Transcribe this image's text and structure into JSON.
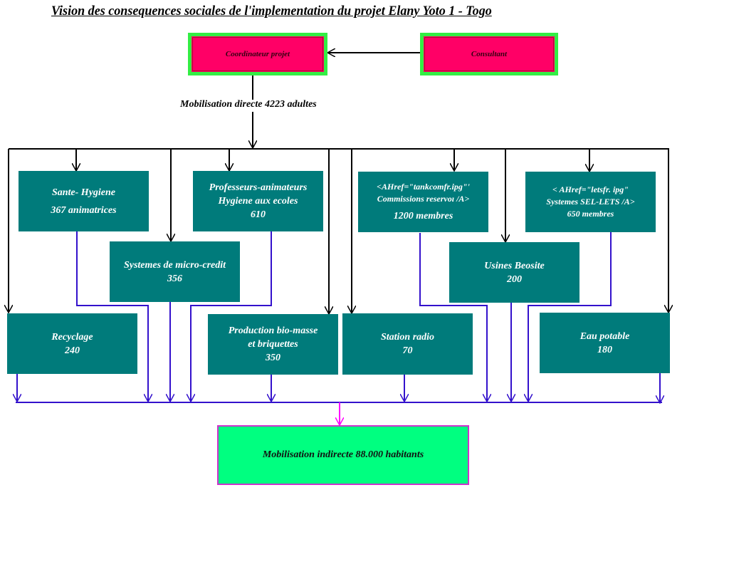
{
  "title": "Vision des consequences sociales de l'implementation du projet  Elany Yoto 1 - Togo",
  "colors": {
    "node_teal": "#007b7b",
    "node_pink": "#ff0066",
    "node_pink_border": "#33ee44",
    "result_green": "#00ff80",
    "result_border": "#cc33cc",
    "link_black": "#000000",
    "link_blue": "#3311cc",
    "link_magenta": "#ff00ff"
  },
  "top": {
    "coordinator": "Coordinateur projet",
    "consultant": "Consultant",
    "direct_mobilisation": "Mobilisation directe 4223 adultes"
  },
  "nodes": {
    "sante": {
      "line1": "Sante- Hygiene",
      "line2": "367 animatrices"
    },
    "professeurs": {
      "line1": "Professeurs-animateurs",
      "line2": "Hygiene aux ecoles",
      "line3": "610"
    },
    "commissions": {
      "line1": "<AHref=\"tankcomfr.ipg\"'",
      "line2": "Commissions reservoı /A>",
      "line3": "1200 membres"
    },
    "sel_lets": {
      "line1": "< AHref=\"letsfr. ipg\"",
      "line2": "Systemes SEL-LETS /A>",
      "line3": "650 membres"
    },
    "microcredit": {
      "line1": "Systemes de micro-credit",
      "line2": "356"
    },
    "usines": {
      "line1": "Usines Beosite",
      "line2": "200"
    },
    "recyclage": {
      "line1": "Recyclage",
      "line2": "240"
    },
    "biomasse": {
      "line1": "Production bio-masse",
      "line2": "et briquettes",
      "line3": "350"
    },
    "radio": {
      "line1": "Station radio",
      "line2": "70"
    },
    "eau": {
      "line1": "Eau potable",
      "line2": "180"
    }
  },
  "result": {
    "label": "Mobilisation indirecte 88.000 habitants"
  }
}
